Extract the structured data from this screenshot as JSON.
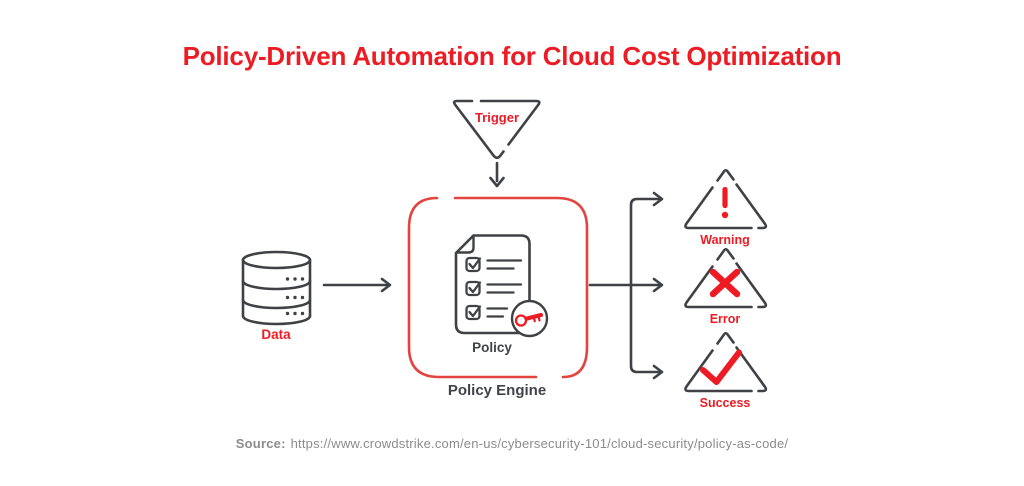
{
  "title": "Policy-Driven Automation for Cloud Cost Optimization",
  "diagram": {
    "trigger_label": "Trigger",
    "data_label": "Data",
    "policy_label": "Policy",
    "policy_engine_label": "Policy Engine",
    "outputs": [
      {
        "label": "Warning",
        "symbol": "exclamation-mark"
      },
      {
        "label": "Error",
        "symbol": "cross-mark"
      },
      {
        "label": "Success",
        "symbol": "check-mark"
      }
    ]
  },
  "icons": {
    "trigger": "funnel-icon",
    "data": "database-icon",
    "policy": "checklist-document-icon",
    "policy_key": "key-icon",
    "warning": "warning-triangle-icon",
    "error": "error-triangle-icon",
    "success": "success-triangle-icon",
    "flow": "flow-arrow-icon"
  },
  "colors": {
    "accent_red": "#ED1C24",
    "box_red": "#E2453F",
    "outline_gray": "#3F4145",
    "label_dark": "#414447",
    "source_gray": "#8C8C8C",
    "background": "#FFFFFF"
  },
  "source": {
    "prefix": "Source:",
    "url": "https://www.crowdstrike.com/en-us/cybersecurity-101/cloud-security/policy-as-code/"
  }
}
